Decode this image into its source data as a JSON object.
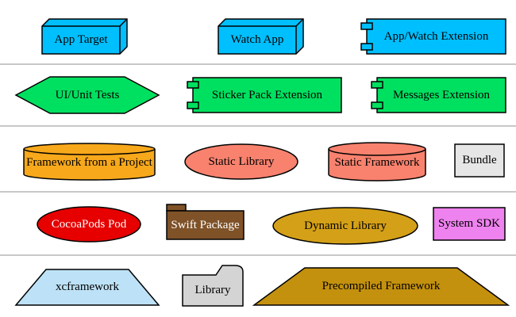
{
  "diagram": {
    "background": "#FFFFFF",
    "separator_color": "#C8C8C8",
    "nodes": {
      "app_target": {
        "label": "App Target",
        "shape": "box3d",
        "row": 1,
        "fill": "#00BFFF",
        "text_color": "#000000"
      },
      "watch_app": {
        "label": "Watch App",
        "shape": "box3d",
        "row": 1,
        "fill": "#00BFFF",
        "text_color": "#000000"
      },
      "app_watch_extension": {
        "label": "App/Watch Extension",
        "shape": "component",
        "row": 1,
        "fill": "#00BFFF",
        "text_color": "#000000"
      },
      "ui_unit_tests": {
        "label": "UI/Unit Tests",
        "shape": "hexagon",
        "row": 2,
        "fill": "#00E060",
        "text_color": "#000000"
      },
      "sticker_pack_extension": {
        "label": "Sticker Pack Extension",
        "shape": "component",
        "row": 2,
        "fill": "#00E060",
        "text_color": "#000000"
      },
      "messages_extension": {
        "label": "Messages Extension",
        "shape": "component",
        "row": 2,
        "fill": "#00E060",
        "text_color": "#000000"
      },
      "framework_from_project": {
        "label": "Framework from a Project",
        "shape": "cylinder",
        "row": 3,
        "fill": "#F7A81B",
        "text_color": "#000000"
      },
      "static_library": {
        "label": "Static Library",
        "shape": "ellipse",
        "row": 3,
        "fill": "#F8826E",
        "text_color": "#000000"
      },
      "static_framework": {
        "label": "Static Framework",
        "shape": "cylinder",
        "row": 3,
        "fill": "#F8826E",
        "text_color": "#000000"
      },
      "bundle": {
        "label": "Bundle",
        "shape": "box",
        "row": 3,
        "fill": "#E6E6E6",
        "text_color": "#000000"
      },
      "cocoapods_pod": {
        "label": "CocoaPods Pod",
        "shape": "ellipse",
        "row": 4,
        "fill": "#E60000",
        "text_color": "#FFFFFF"
      },
      "swift_package": {
        "label": "Swift Package",
        "shape": "tab",
        "row": 4,
        "fill": "#7F5228",
        "text_color": "#FFFFFF"
      },
      "dynamic_library": {
        "label": "Dynamic Library",
        "shape": "ellipse",
        "row": 4,
        "fill": "#D4A017",
        "text_color": "#000000"
      },
      "system_sdk": {
        "label": "System SDK",
        "shape": "box",
        "row": 4,
        "fill": "#EE82EE",
        "text_color": "#000000"
      },
      "xcframework": {
        "label": "xcframework",
        "shape": "trapezium",
        "row": 5,
        "fill": "#BDE2F7",
        "text_color": "#000000"
      },
      "library": {
        "label": "Library",
        "shape": "folder",
        "row": 5,
        "fill": "#D4D4D4",
        "text_color": "#000000"
      },
      "precompiled_framework": {
        "label": "Precompiled Framework",
        "shape": "trapezium",
        "row": 5,
        "fill": "#C4910E",
        "text_color": "#000000"
      }
    }
  }
}
